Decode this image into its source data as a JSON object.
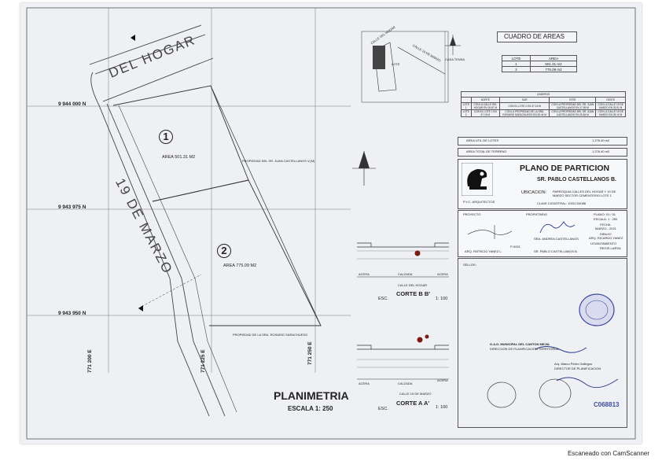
{
  "plan": {
    "streets": {
      "del_hogar": "DEL HOGAR",
      "diez_nueve": "19 DE MARZO"
    },
    "lots": [
      {
        "num": "1",
        "area": "AREA 501.31 M2"
      },
      {
        "num": "2",
        "area": "AREA 775.09 M2"
      }
    ],
    "coords": {
      "n1": "9 944 000 N",
      "n2": "9 943 975 N",
      "n3": "9 943 950 N",
      "e1": "771 200 E",
      "e2": "771 225 E",
      "e3": "771 250 E"
    },
    "neighbors": {
      "n1": "PROPIEDAD DEL SR. JUAN CASTELLANOS V.(M)",
      "n2": "PROPIEDAD DE LA SRA. ROSARIO SARACHUESO"
    },
    "title": "PLANIMETRIA",
    "scale": "ESCALA 1: 250"
  },
  "location_sketch": {
    "calle_hogar": "CALLE DEL HOGAR",
    "lote": "LOTE",
    "calle_marzo": "CALLE 19 DE MARZO",
    "casa": "CASA TENSA"
  },
  "sections": {
    "b": {
      "acera_l": "ACERA",
      "calzada": "CALZADA",
      "acera_r": "ACERA",
      "street": "CALLE DEL HOGAR",
      "title": "CORTE B B'",
      "esc": "ESC.",
      "scale": "1: 100"
    },
    "a": {
      "acera_l": "ACERA",
      "calzada": "CALZADA",
      "acera_r": "ACERA",
      "street": "CALLE 19 DE MARZO",
      "title": "CORTE A A'",
      "esc": "ESC.",
      "scale": "1: 100"
    }
  },
  "areas_table": {
    "title": "CUADRO DE AREAS",
    "headers": [
      "LOTE",
      "AREA"
    ],
    "rows": [
      [
        "1",
        "501.31 m2"
      ],
      [
        "2",
        "775.09 m2"
      ]
    ]
  },
  "linderos": {
    "title": "LINDEROS",
    "headers": [
      "",
      "NORTE",
      "SUR",
      "ESTE",
      "OESTE"
    ],
    "rows": [
      [
        "LOTE 1",
        "CON LA CALLE DEL HOGAR EN 18.87 M",
        "CON EL LOTE 2 EN 37.15 M",
        "CON LA PROPIEDAD DEL SR. JUAN CASTELLANOS EN 17.59 M",
        "CON LA CALLE 19 DE MARZO EN 33.51 M"
      ],
      [
        "LOTE 2",
        "CON EL LOTE 1 EN 37.15 M",
        "CON LA PROPIEDAD DE LA SRA. ROSARIO SARACHUESO EN 28.44 M",
        "CON LA PROPIEDAD DEL SR. JUAN CASTELLANOS EN 25.84 M",
        "CON LA CALLE 19 DE MARZO EN 28.15 M"
      ]
    ]
  },
  "totals": {
    "util_label": "AREA UTIL DE LOTES",
    "util_value": "1.276.40 m2",
    "total_label": "AREA TOTAL DE TERRENO",
    "total_value": "1.276.40 m2"
  },
  "title_block": {
    "title": "PLANO DE PARTICION",
    "owner": "SR. PABLO CASTELLANOS B.",
    "logo_caption": "P.Y.C. ARQUITECTOS",
    "ubicacion_label": "UBICACION:",
    "ubicacion_value": "PARROQUIA CALLES DEL HOGAR Y 19 DE MARZO SECTOR CEMENTERIO LOTE 1",
    "clave": "CLAVE CATASTRAL: 1001C04088",
    "proyecto": "PROYECTO",
    "propietario": "PROPIETARIO",
    "plano": "PLANO: 01 / 01",
    "escala": "ESCALA: 1 : 250",
    "fecha_label": "FECHA",
    "fecha": "MARZO - 2021",
    "dibujo_label": "DIBUJO",
    "dibujo": "ARQ. RICARDO YANEZ",
    "levantamiento_label": "LEVANTAMIENTO",
    "levantamiento": "REGIS LARSA",
    "arch": "ARQ. PATRICIO YANEZ L.",
    "reg": "P-0001",
    "firm1": "SRA. ANDREA CASTELLANOS",
    "firm2": "SR. PABLO CASTELLANOS B."
  },
  "approval": {
    "header": "SELLOS:",
    "entity": "G.A.D. MUNICIPAL DEL CANTON MEJIA",
    "dept": "DIRECCION DE PLANIFICACION TERRITORIAL",
    "approver": "Arq. Marco Pérez Gallegos",
    "approver_role": "DIRECTOR DE PLANIFICACION",
    "serial": "C068813"
  },
  "footer": "Escaneado con CamScanner"
}
